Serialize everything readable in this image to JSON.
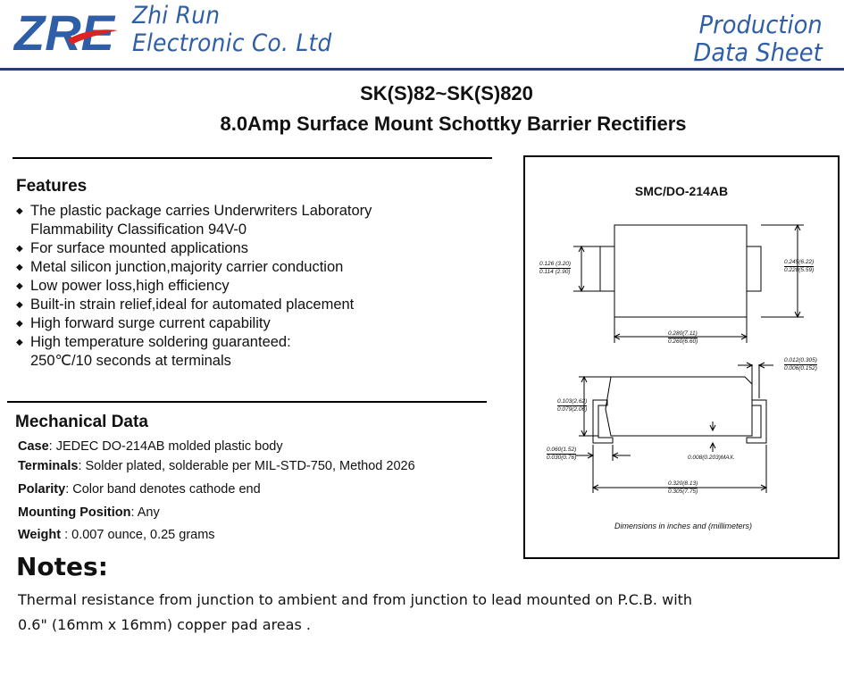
{
  "header": {
    "logo_text": "ZRE",
    "company_line1": "Zhi Run",
    "company_line2": "Electronic Co. Ltd",
    "datasheet_line1": "Production",
    "datasheet_line2": "Data Sheet",
    "accent_color": "#2f5ea8"
  },
  "title": {
    "part_number": "SK(S)82~SK(S)820",
    "subtitle": "8.0Amp Surface Mount Schottky Barrier Rectifiers"
  },
  "features": {
    "heading": "Features",
    "items": [
      "The plastic package carries Underwriters Laboratory",
      "Flammability Classification 94V-0",
      "For surface mounted applications",
      "Metal silicon junction,majority carrier conduction",
      "Low power loss,high efficiency",
      "Built-in strain relief,ideal for automated placement",
      "High forward surge current capability",
      "High temperature soldering guaranteed:",
      "250℃/10 seconds at terminals"
    ]
  },
  "mechanical": {
    "heading": "Mechanical  Data",
    "rows": [
      {
        "label": "Case",
        "value": ": JEDEC DO-214AB molded plastic body"
      },
      {
        "label": "Terminals",
        "value": ": Solder plated, solderable per MIL-STD-750, Method 2026"
      },
      {
        "label": "Polarity",
        "value": ": Color band denotes cathode end"
      },
      {
        "label": "Mounting Position",
        "value": ": Any"
      },
      {
        "label": "Weight",
        "value": " : 0.007 ounce, 0.25 grams"
      }
    ]
  },
  "notes": {
    "heading": "Notes:",
    "line1": "Thermal resistance from junction to ambient and from junction to lead mounted on P.C.B. with",
    "line2": "0.6\" (16mm x 16mm) copper pad areas ."
  },
  "package": {
    "title": "SMC/DO-214AB",
    "caption": "Dimensions in inches and (millimeters)",
    "dims": {
      "lead_height_top": "0.126 (3.20)",
      "lead_height_bottom": "0.114 (2.90)",
      "body_height_top": "0.245(6.22)",
      "body_height_bottom": "0.220(5.59)",
      "body_width_top": "0.280(7.11)",
      "body_width_bottom": "0.260(6.60)",
      "lead_thick_top": "0.012(0.305)",
      "lead_thick_bottom": "0.006(0.152)",
      "profile_height_top": "0.103(2.62)",
      "profile_height_bottom": "0.079(2.06)",
      "foot_len_top": "0.060(1.52)",
      "foot_len_bottom": "0.030(0.76)",
      "standoff": "0.008(0.203)MAX.",
      "overall_len_top": "0.320(8.13)",
      "overall_len_bottom": "0.305(7.75)"
    }
  }
}
